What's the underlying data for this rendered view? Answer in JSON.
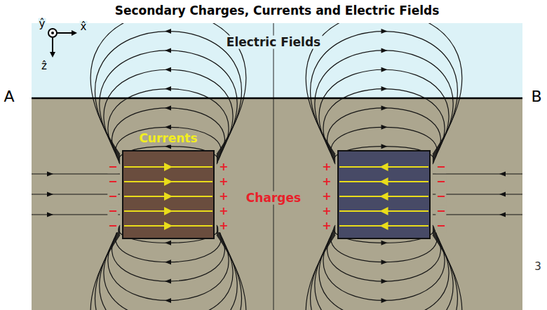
{
  "diagram": {
    "title": "Secondary Charges, Currents and Electric Fields",
    "nodes": [
      {
        "text": [
          "Electric Fields"
        ]
      },
      {
        "text": [
          "Currents"
        ]
      }
    ],
    "labels": [
      "ŷ",
      "x̂",
      "ẑ",
      "A",
      "B",
      "Charges",
      "−",
      "−",
      "−",
      "−",
      "−",
      "+",
      "+",
      "+",
      "+",
      "+",
      "+",
      "+",
      "+",
      "+",
      "+",
      "−",
      "−",
      "−",
      "−",
      "−",
      "3"
    ]
  }
}
